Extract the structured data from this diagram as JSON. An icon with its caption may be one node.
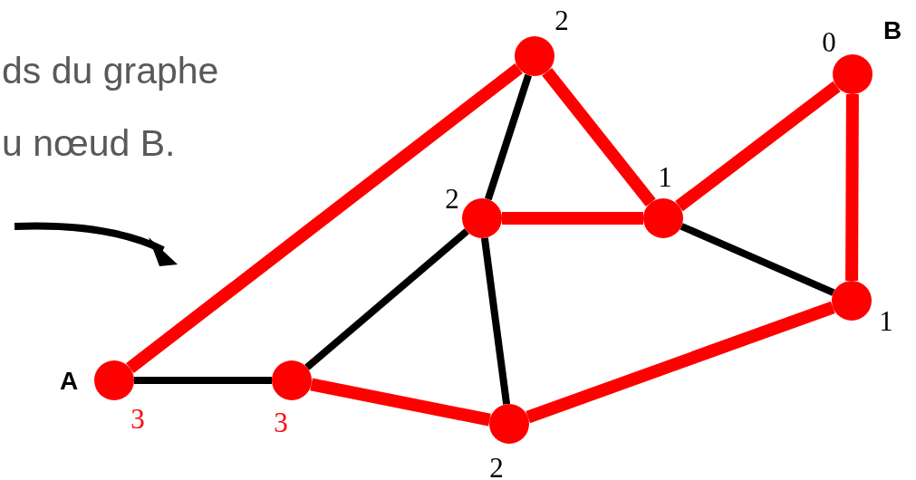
{
  "diagram": {
    "nodes": [
      {
        "text": [],
        "shape": "circle",
        "beside": [
          "2"
        ]
      },
      {
        "text": [],
        "shape": "circle",
        "beside": [
          "0",
          "B"
        ]
      },
      {
        "text": [],
        "shape": "circle",
        "beside": [
          "2"
        ]
      },
      {
        "text": [],
        "shape": "circle",
        "beside": [
          "1"
        ]
      },
      {
        "text": [],
        "shape": "circle",
        "beside": [
          "1"
        ]
      },
      {
        "text": [],
        "shape": "circle",
        "beside": [
          "A",
          "3"
        ]
      },
      {
        "text": [],
        "shape": "circle",
        "beside": [
          "3"
        ]
      },
      {
        "text": [],
        "shape": "circle",
        "beside": [
          "2"
        ]
      }
    ],
    "edges": [
      {
        "from": 5,
        "to": 0,
        "arrow": "none"
      },
      {
        "from": 5,
        "to": 6,
        "arrow": "none",
        "color": "#000000"
      },
      {
        "from": 6,
        "to": 2,
        "arrow": "none",
        "color": "#000000"
      },
      {
        "from": 6,
        "to": 7,
        "arrow": "none"
      },
      {
        "from": 7,
        "to": 2,
        "arrow": "none",
        "color": "#000000"
      },
      {
        "from": 7,
        "to": 4,
        "arrow": "none"
      },
      {
        "from": 4,
        "to": 1,
        "arrow": "none"
      },
      {
        "from": 1,
        "to": 3,
        "arrow": "none"
      },
      {
        "from": 3,
        "to": 0,
        "arrow": "none"
      },
      {
        "from": 3,
        "to": 2,
        "arrow": "none"
      },
      {
        "from": 2,
        "to": 0,
        "arrow": "none",
        "color": "#000000"
      },
      {
        "from": 3,
        "to": 4,
        "arrow": "none",
        "color": "#000000"
      }
    ],
    "labels": [
      "ds du graphe",
      "u nœud B."
    ]
  }
}
